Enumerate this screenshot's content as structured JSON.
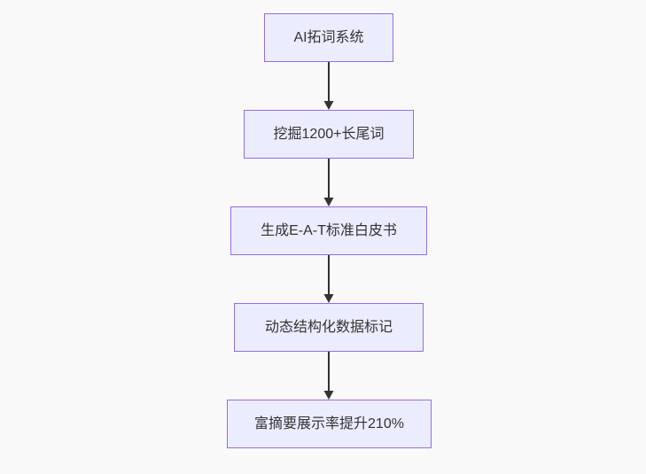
{
  "diagram": {
    "type": "flowchart",
    "direction": "top-down",
    "nodes": [
      {
        "id": "n1",
        "label": "AI拓词系统"
      },
      {
        "id": "n2",
        "label": "挖掘1200+长尾词"
      },
      {
        "id": "n3",
        "label": "生成E-A-T标准白皮书"
      },
      {
        "id": "n4",
        "label": "动态结构化数据标记"
      },
      {
        "id": "n5",
        "label": "富摘要展示率提升210%"
      }
    ],
    "edges": [
      {
        "from": "n1",
        "to": "n2"
      },
      {
        "from": "n2",
        "to": "n3"
      },
      {
        "from": "n3",
        "to": "n4"
      },
      {
        "from": "n4",
        "to": "n5"
      }
    ],
    "colors": {
      "background": "#f9f9f9",
      "node_fill": "#ECECFF",
      "node_border": "#9370DB",
      "text": "#333333",
      "arrow": "#333333"
    }
  }
}
